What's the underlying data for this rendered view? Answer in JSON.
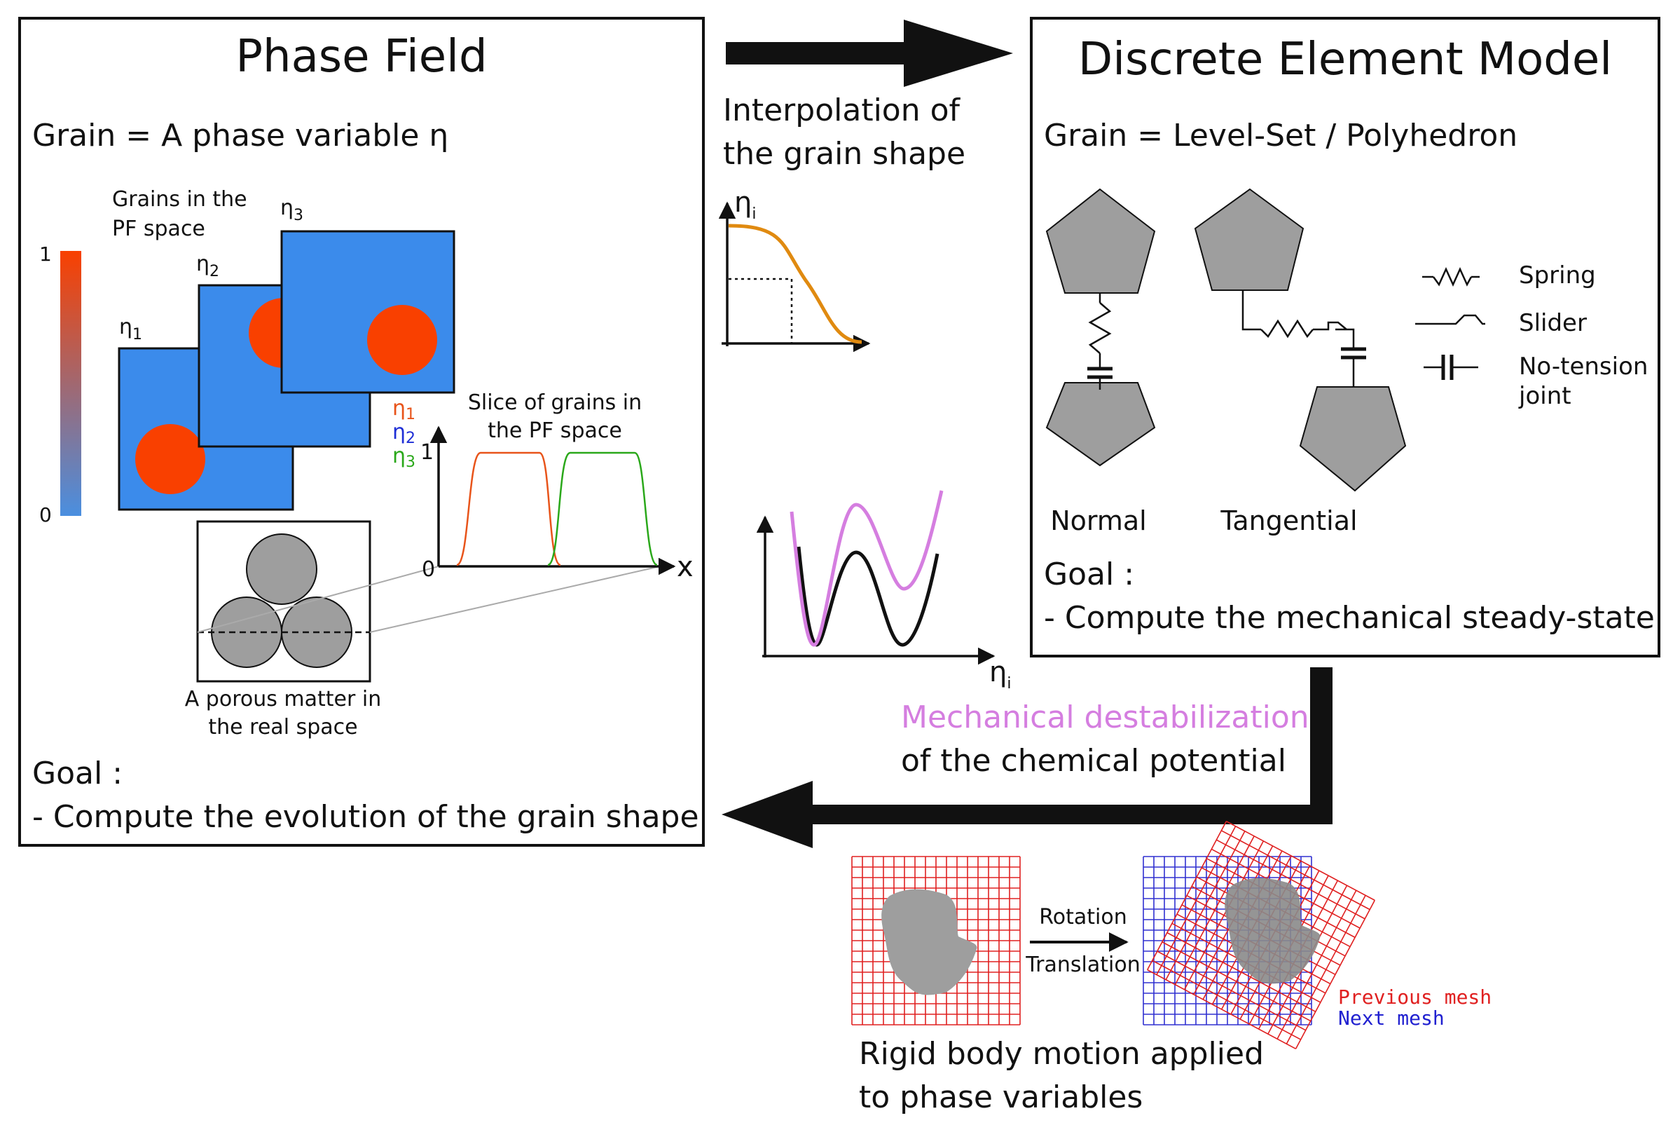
{
  "phase_field": {
    "title": "Phase Field",
    "grain_def": "Grain =  A phase variable η",
    "grains_label_1": "Grains in the",
    "grains_label_2": "PF space",
    "eta1": "η",
    "eta1_sub": "1",
    "eta2": "η",
    "eta2_sub": "2",
    "eta3": "η",
    "eta3_sub": "3",
    "colorbar_max": "1",
    "colorbar_min": "0",
    "colorbar_top_color": "#f94000",
    "colorbar_bottom_color": "#4a8fe0",
    "slice_label_1": "Slice of grains in",
    "slice_label_2": "the PF space",
    "slice_y_max": "1",
    "slice_origin": "0",
    "slice_x_label": "x",
    "legend_eta1": "η",
    "legend_eta1_sub": "1",
    "legend_eta2": "η",
    "legend_eta2_sub": "2",
    "legend_eta3": "η",
    "legend_eta3_sub": "3",
    "legend_eta1_color": "#e8541a",
    "legend_eta2_color": "#1f2fd6",
    "legend_eta3_color": "#2aa81a",
    "porous_label_1": "A porous matter in",
    "porous_label_2": "the real space",
    "goal_title": "Goal :",
    "goal_text": "- Compute the evolution of the grain shape"
  },
  "interpolation": {
    "label_1": "Interpolation of",
    "label_2": "the grain shape",
    "y_label": "η",
    "y_label_sub": "i",
    "curve_color": "#e08a10"
  },
  "potential": {
    "x_label": "η",
    "x_label_sub": "i",
    "mech_label": "Mechanical destabilization",
    "mech_color": "#d57ee0",
    "chem_label": "of the chemical potential"
  },
  "dem": {
    "title": "Discrete Element Model",
    "grain_def": "Grain = Level-Set / Polyhedron",
    "normal_label": "Normal",
    "tangential_label": "Tangential",
    "legend_spring": "Spring",
    "legend_slider": "Slider",
    "legend_joint_1": "No-tension",
    "legend_joint_2": "joint",
    "goal_title": "Goal :",
    "goal_text": "- Compute the mechanical steady-state"
  },
  "rigid_motion": {
    "rotation_label": "Rotation",
    "translation_label": "Translation",
    "previous_mesh": "Previous mesh",
    "next_mesh": "Next mesh",
    "previous_color": "#e02020",
    "next_color": "#2020d0",
    "caption_1": "Rigid body motion applied",
    "caption_2": "to phase variables"
  }
}
